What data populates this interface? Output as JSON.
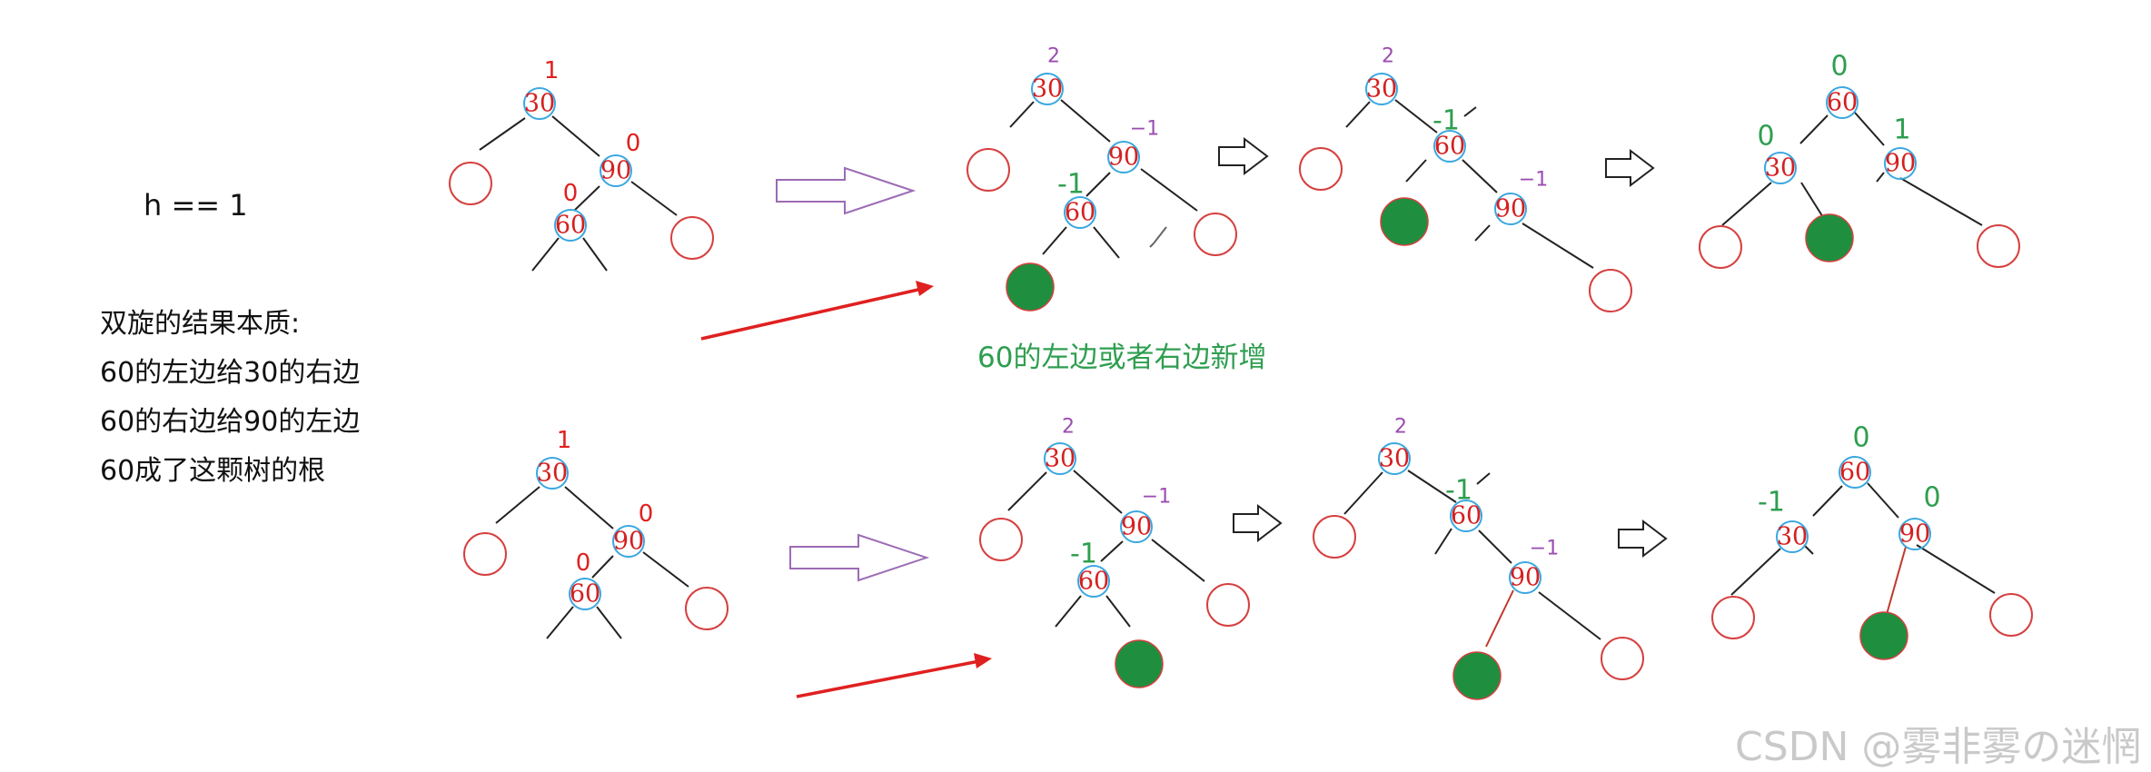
{
  "left_panel": {
    "h_label": "h == 1",
    "notes": [
      "双旋的结果本质:",
      "60的左边给30的右边",
      "60的右边给90的左边",
      "60成了这颗树的根"
    ]
  },
  "caption": "60的左边或者右边新增",
  "watermark": "CSDN @雾非雾の迷惘",
  "node_values": {
    "n30": "30",
    "n60": "60",
    "n90": "90"
  },
  "balance": {
    "plus1": "1",
    "zero": "0",
    "plus2": "2",
    "minus1": "-1",
    "minus1_small": "−1"
  },
  "colors": {
    "node_text": "#d61f1f",
    "node_ring": "#3aa7e0",
    "subtree_ring": "#d64040",
    "new_node_fill": "#1f8f3f",
    "edge": "#222222",
    "arrow_red": "#e02020",
    "hollow_arrow_purple": "#9b6bb5",
    "caption_green": "#2e9e4f",
    "watermark": "#c9c9c9"
  }
}
